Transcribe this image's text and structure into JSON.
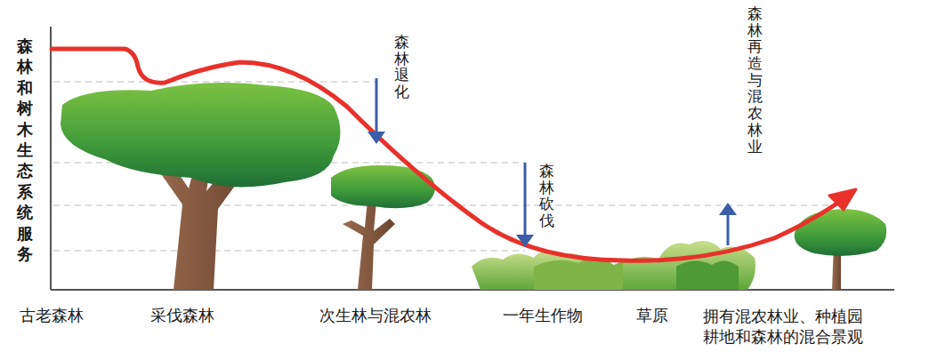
{
  "diagram": {
    "labels": [
      "森林和树木生态系统服务",
      "森林退化",
      "森林砍伐",
      "森林再造与混农林业",
      "古老森林",
      "采伐森林",
      "次生林与混农林",
      "一年生作物",
      "草原",
      "拥有混农林业、种植园 耕地和森林的混合景观"
    ]
  }
}
